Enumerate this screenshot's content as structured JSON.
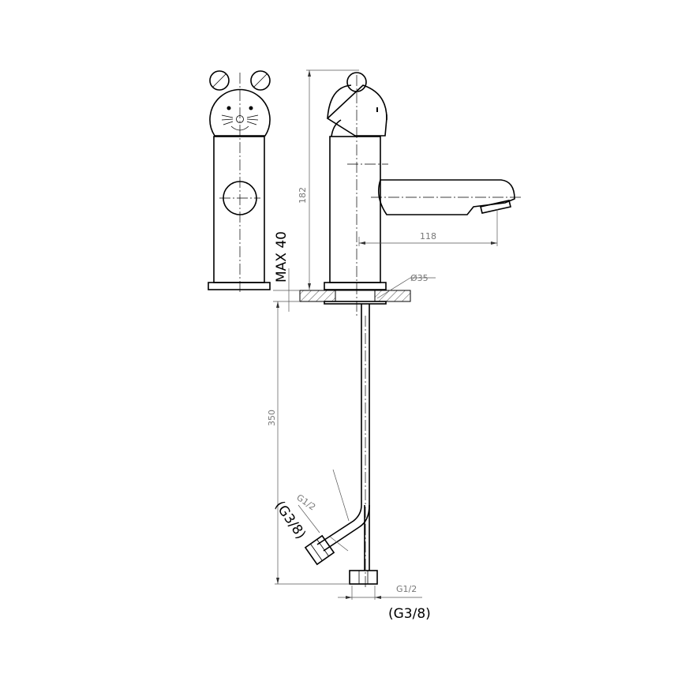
{
  "dimensions": {
    "height": "182",
    "spout_reach": "118",
    "diameter": "Ø35",
    "max_deck": "MAX  40",
    "pipe_length": "350",
    "thread_angled": "G1/2",
    "thread_angled_alt": "(G3/8)",
    "thread_bottom": "G1/2",
    "thread_bottom_alt": "(G3/8)"
  }
}
